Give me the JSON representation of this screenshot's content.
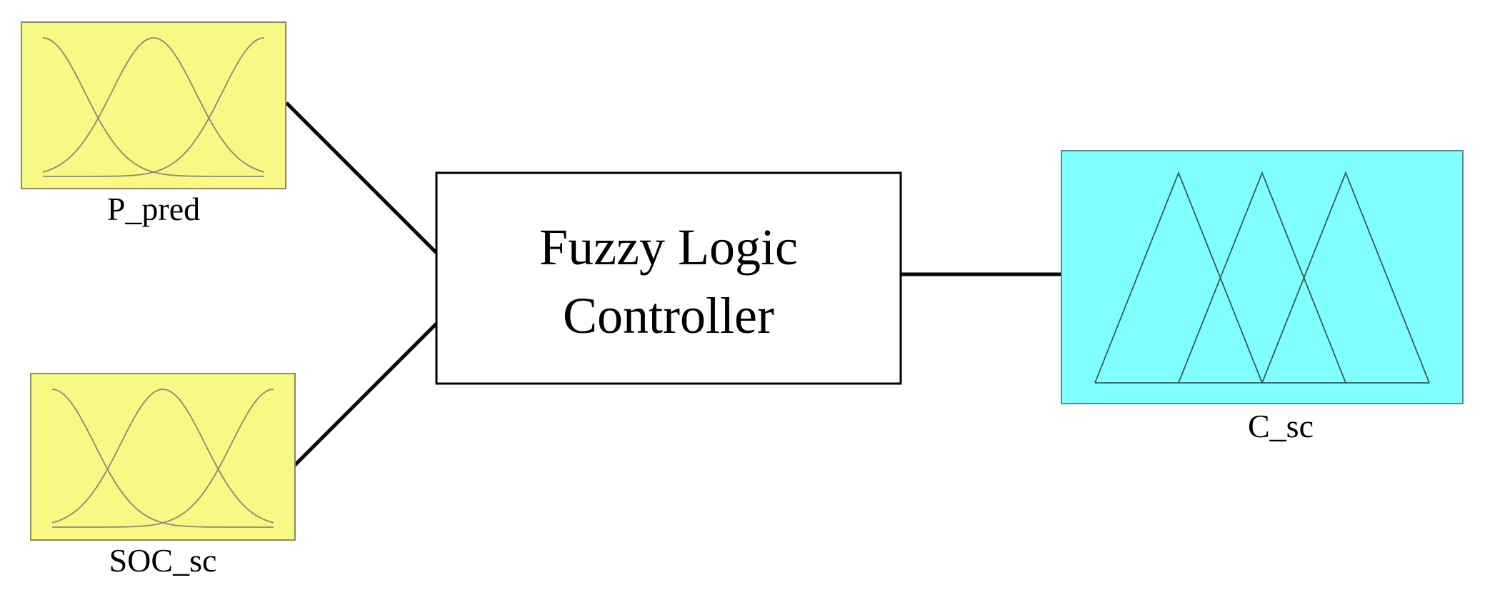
{
  "diagram": {
    "controller": {
      "line1": "Fuzzy Logic",
      "line2": "Controller"
    },
    "inputs": [
      {
        "name": "P_pred",
        "color": "#f8f884",
        "mf_shape": "gaussian",
        "mf_count": 3
      },
      {
        "name": "SOC_sc",
        "color": "#f8f884",
        "mf_shape": "gaussian",
        "mf_count": 3
      }
    ],
    "output": {
      "name": "C_sc",
      "color": "#80ffff",
      "mf_shape": "triangular",
      "mf_count": 3
    }
  }
}
